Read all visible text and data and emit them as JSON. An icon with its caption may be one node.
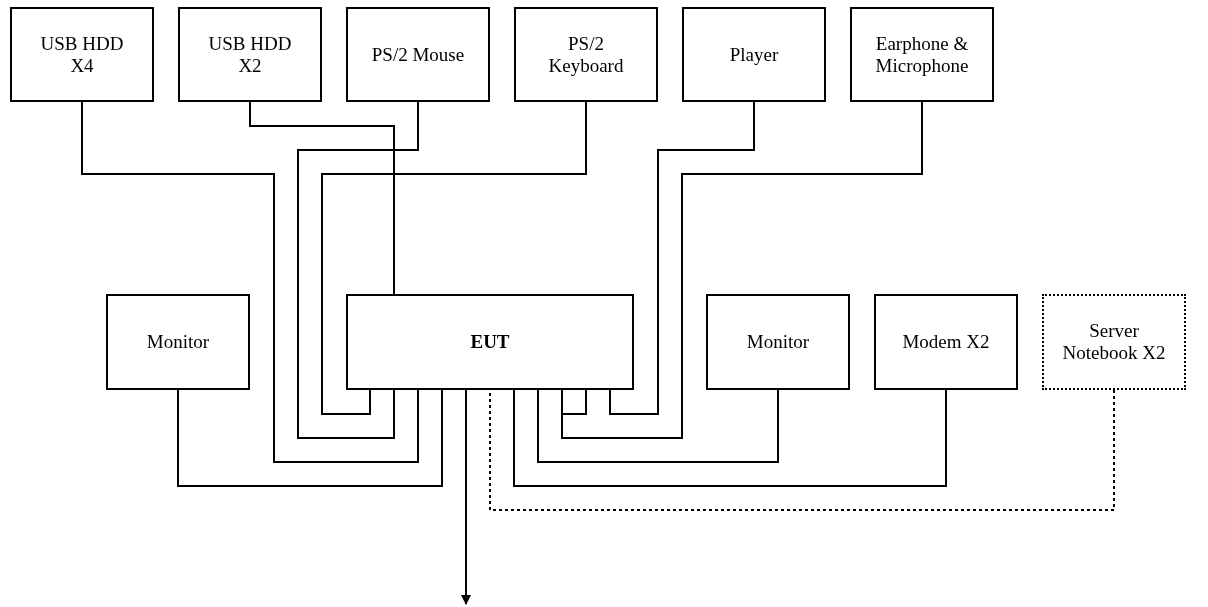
{
  "diagram": {
    "nodes": [
      {
        "text": [
          "USB HDD X4"
        ]
      },
      {
        "text": [
          "USB HDD X2"
        ]
      },
      {
        "text": [
          "PS/2 Mouse"
        ]
      },
      {
        "text": [
          "PS/2 Keyboard"
        ]
      },
      {
        "text": [
          "Player"
        ]
      },
      {
        "text": [
          "Earphone & Microphone"
        ]
      },
      {
        "text": [
          "Monitor"
        ]
      },
      {
        "text": [
          "EUT"
        ]
      },
      {
        "text": [
          "Monitor"
        ]
      },
      {
        "text": [
          "Modem X2"
        ]
      },
      {
        "text": [
          "Server Notebook X2"
        ]
      }
    ],
    "edges": [
      {
        "from": 0,
        "to": 7,
        "arrow": "none"
      },
      {
        "from": 1,
        "to": 7,
        "arrow": "none"
      },
      {
        "from": 2,
        "to": 7,
        "arrow": "none"
      },
      {
        "from": 3,
        "to": 7,
        "arrow": "none"
      },
      {
        "from": 4,
        "to": 7,
        "arrow": "none"
      },
      {
        "from": 5,
        "to": 7,
        "arrow": "none"
      },
      {
        "from": 6,
        "to": 7,
        "arrow": "none"
      },
      {
        "from": 8,
        "to": 7,
        "arrow": "none"
      },
      {
        "from": 9,
        "to": 7,
        "arrow": "none"
      },
      {
        "from": 10,
        "to": 7,
        "arrow": "none",
        "style": "dashed"
      },
      {
        "from": 7,
        "to": null,
        "arrow": "to"
      }
    ]
  }
}
